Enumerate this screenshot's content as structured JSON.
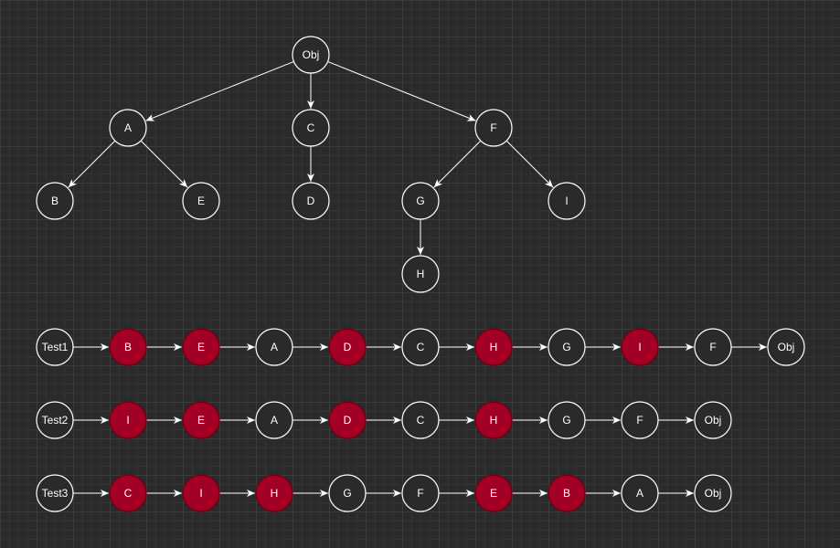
{
  "colors": {
    "node_fill": "#2a2a2a",
    "node_stroke": "#ffffff",
    "highlight_fill": "#a20025",
    "highlight_stroke": "#6f0000",
    "edge": "#ffffff"
  },
  "tree": {
    "nodes": [
      {
        "id": "Obj",
        "label": "Obj"
      },
      {
        "id": "A",
        "label": "A"
      },
      {
        "id": "C",
        "label": "C"
      },
      {
        "id": "F",
        "label": "F"
      },
      {
        "id": "B",
        "label": "B"
      },
      {
        "id": "E",
        "label": "E"
      },
      {
        "id": "D",
        "label": "D"
      },
      {
        "id": "G",
        "label": "G"
      },
      {
        "id": "I",
        "label": "I"
      },
      {
        "id": "H",
        "label": "H"
      }
    ],
    "edges": [
      [
        "Obj",
        "A"
      ],
      [
        "Obj",
        "C"
      ],
      [
        "Obj",
        "F"
      ],
      [
        "A",
        "B"
      ],
      [
        "A",
        "E"
      ],
      [
        "C",
        "D"
      ],
      [
        "F",
        "G"
      ],
      [
        "F",
        "I"
      ],
      [
        "G",
        "H"
      ]
    ]
  },
  "sequences": [
    {
      "id": "test1",
      "nodes": [
        {
          "label": "Test1",
          "highlight": false
        },
        {
          "label": "B",
          "highlight": true
        },
        {
          "label": "E",
          "highlight": true
        },
        {
          "label": "A",
          "highlight": false
        },
        {
          "label": "D",
          "highlight": true
        },
        {
          "label": "C",
          "highlight": false
        },
        {
          "label": "H",
          "highlight": true
        },
        {
          "label": "G",
          "highlight": false
        },
        {
          "label": "I",
          "highlight": true
        },
        {
          "label": "F",
          "highlight": false
        },
        {
          "label": "Obj",
          "highlight": false
        }
      ]
    },
    {
      "id": "test2",
      "nodes": [
        {
          "label": "Test2",
          "highlight": false
        },
        {
          "label": "I",
          "highlight": true
        },
        {
          "label": "E",
          "highlight": true
        },
        {
          "label": "A",
          "highlight": false
        },
        {
          "label": "D",
          "highlight": true
        },
        {
          "label": "C",
          "highlight": false
        },
        {
          "label": "H",
          "highlight": true
        },
        {
          "label": "G",
          "highlight": false
        },
        {
          "label": "F",
          "highlight": false
        },
        {
          "label": "Obj",
          "highlight": false
        }
      ]
    },
    {
      "id": "test3",
      "nodes": [
        {
          "label": "Test3",
          "highlight": false
        },
        {
          "label": "C",
          "highlight": true
        },
        {
          "label": "I",
          "highlight": true
        },
        {
          "label": "H",
          "highlight": true
        },
        {
          "label": "G",
          "highlight": false
        },
        {
          "label": "F",
          "highlight": false
        },
        {
          "label": "E",
          "highlight": true
        },
        {
          "label": "B",
          "highlight": true
        },
        {
          "label": "A",
          "highlight": false
        },
        {
          "label": "Obj",
          "highlight": false
        }
      ]
    }
  ]
}
